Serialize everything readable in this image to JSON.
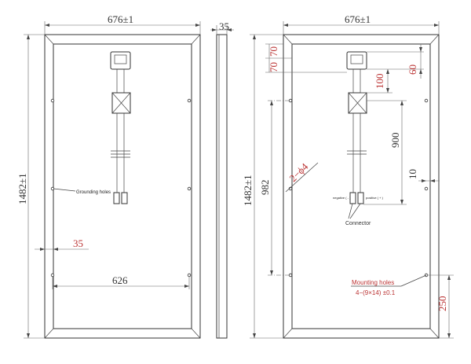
{
  "left_view": {
    "width_label": "676±1",
    "height_label": "1482±1",
    "grounding_note": "Grounding holes",
    "hole_offset_label": "35",
    "hole_spacing_label": "626"
  },
  "side_view": {
    "thickness_label": "35"
  },
  "right_view": {
    "width_label": "676±1",
    "height_label": "1482±1",
    "top_label_70a": "70",
    "top_label_70b": "70",
    "junction_60": "60",
    "junction_100": "100",
    "cable_900": "900",
    "offset_10": "10",
    "mount_spacing_982": "982",
    "hole_callout": "2−ϕ4",
    "negative_label": "negative ( - )",
    "positive_label": "positive ( + )",
    "connector_note": "Connector",
    "mounting_title": "Mounting holes",
    "mounting_spec": "4−(9×14) ±0.1",
    "bottom_250": "250"
  },
  "colors": {
    "line": "#333333",
    "accent": "#b33333"
  }
}
